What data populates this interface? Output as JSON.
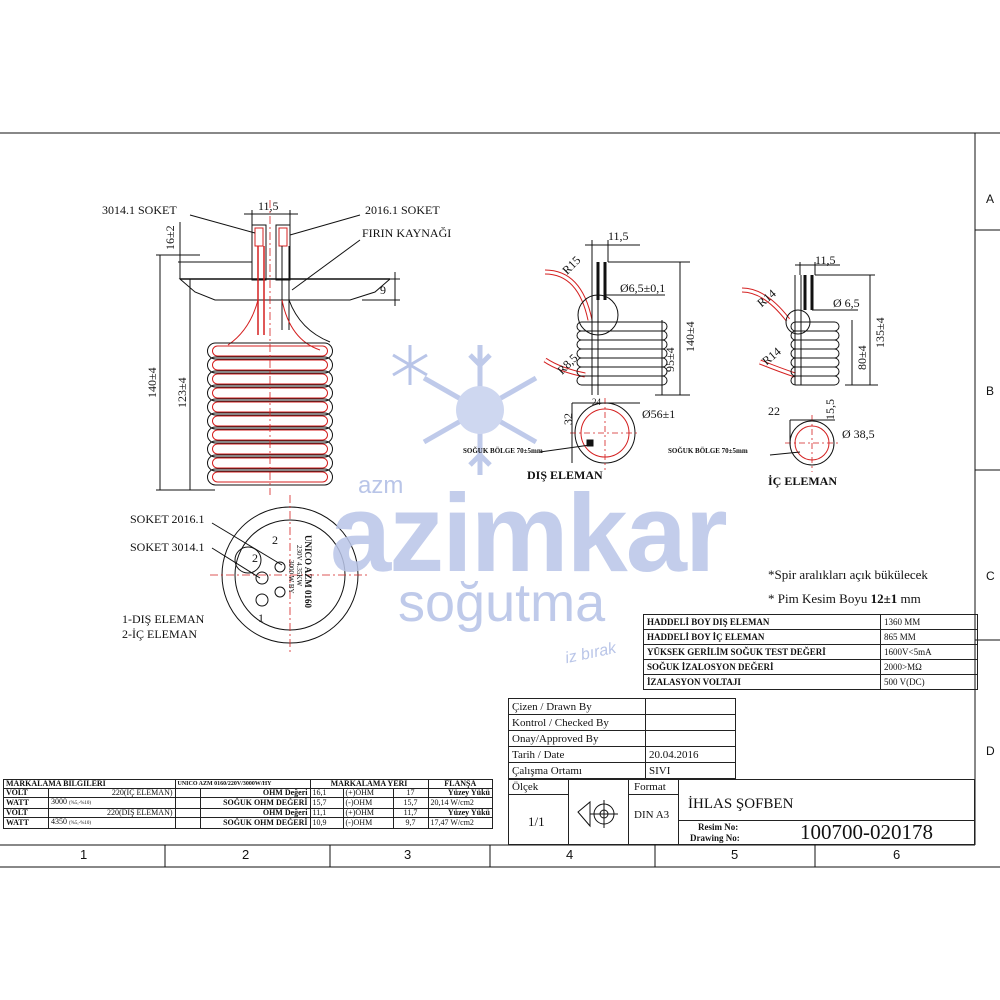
{
  "border": {
    "zones_right": [
      "A",
      "B",
      "C",
      "D"
    ],
    "zones_bottom": [
      "1",
      "2",
      "3",
      "4",
      "5",
      "6"
    ]
  },
  "watermark": {
    "brand_prefix": "azm",
    "brand": "azimkar",
    "sub": "soğutma",
    "tagline": "iz bırak",
    "color": "#b9c5e8"
  },
  "drawing_left": {
    "soket_3014": "3014.1 SOKET",
    "soket_2016": "2016.1 SOKET",
    "firin": "FIRIN KAYNAĞI",
    "dim_11_5": "11,5",
    "dim_16_2": "16±2",
    "dim_140": "140±4",
    "dim_123": "123±4",
    "dim_9": "9"
  },
  "drawing_top_view": {
    "soket_2016": "SOKET 2016.1",
    "soket_3014": "SOKET 3014.1",
    "num_2a": "2",
    "num_2b": "2",
    "num_1": "1",
    "legend_1": "1-DIŞ ELEMAN",
    "legend_2": "2-İÇ ELEMAN",
    "stamp_line1": "UNICO AZM 0160",
    "stamp_line2": "230V 4.35KW",
    "stamp_line3": "3000 W BY"
  },
  "drawing_outer": {
    "dim_11_5": "11,5",
    "r15": "R15",
    "r8_5": "R8,5",
    "d6_5": "Ø6,5±0,1",
    "dim_140": "140±4",
    "dim_95": "95±4",
    "dim_32": "32",
    "d56": "Ø56±1",
    "dim_24": "24",
    "soguk": "SOĞUK BÖLGE 70±5mm",
    "title": "DIŞ ELEMAN"
  },
  "drawing_inner": {
    "dim_11_5": "11,5",
    "r14a": "R14",
    "r14b": "R14",
    "d6_5": "Ø 6,5",
    "dim_135": "135±4",
    "dim_80": "80±4",
    "dim_22": "22",
    "dim_15_5": "15,5",
    "d38_5": "Ø 38,5",
    "soguk": "SOĞUK BÖLGE 70±5mm",
    "title": "İÇ ELEMAN"
  },
  "notes": {
    "note1": "*Spir aralıkları açık bükülecek",
    "note2_pre": "* Pim Kesim Boyu ",
    "note2_bold": "12±1",
    "note2_post": " mm"
  },
  "specs": [
    {
      "label": "HADDELİ BOY DIŞ ELEMAN",
      "value": "1360 MM"
    },
    {
      "label": "HADDELİ BOY İÇ ELEMAN",
      "value": "865 MM"
    },
    {
      "label": "YÜKSEK GERİLİM SOĞUK TEST DEĞERİ",
      "value": "1600V<5mA"
    },
    {
      "label": "SOĞUK İZALOSYON DEĞERİ",
      "value": "2000>MΩ"
    },
    {
      "label": "İZALASYON VOLTAJI",
      "value": "500 V(DC)"
    }
  ],
  "title_block": {
    "drawn_by": "Çizen / Drawn By",
    "checked_by": "Kontrol / Checked By",
    "approved_by": "Onay/Approved By",
    "date_label": "Tarih / Date",
    "date_value": "20.04.2016",
    "env_label": "Çalışma Ortamı",
    "env_value": "SIVI",
    "scale_label": "Ölçek",
    "scale_value": "1/1",
    "format_label": "Format",
    "format_value": "DIN A3",
    "title": "İHLAS ŞOFBEN",
    "resim_no": "Resim No:",
    "drawing_no": "Drawing No:",
    "number": "100700-020178"
  },
  "marking": {
    "h_info": "MARKALAMA BİLGİLERİ",
    "h_stamp": "UNICO AZM 0160/220V/3000W/HY",
    "h_place": "MARKALAMA YERİ",
    "h_flange": "FLANŞA",
    "rows": [
      {
        "k": "VOLT",
        "v": "220(İÇ ELEMAN)",
        "oh": "OHM Değeri",
        "o1": "16,1",
        "s": "(+)OHM",
        "o2": "17",
        "f": "Yüzey Yükü"
      },
      {
        "k": "WATT",
        "v": "3000",
        "vs": "(%5,-%10)",
        "oh": "SOĞUK OHM DEĞERİ",
        "o1": "15,7",
        "s": "(-)OHM",
        "o2": "15,7",
        "f": "20,14 W/cm2"
      },
      {
        "k": "VOLT",
        "v": "220(DIŞ ELEMAN)",
        "oh": "OHM Değeri",
        "o1": "11,1",
        "s": "(+)OHM",
        "o2": "11,7",
        "f": "Yüzey Yükü"
      },
      {
        "k": "WATT",
        "v": "4350",
        "vs": "(%5,-%10)",
        "oh": "SOĞUK OHM DEĞERİ",
        "o1": "10,9",
        "s": "(-)OHM",
        "o2": "9,7",
        "f": "17,47 W/cm2"
      }
    ]
  },
  "colors": {
    "line": "#111111",
    "element": "#d42020"
  }
}
